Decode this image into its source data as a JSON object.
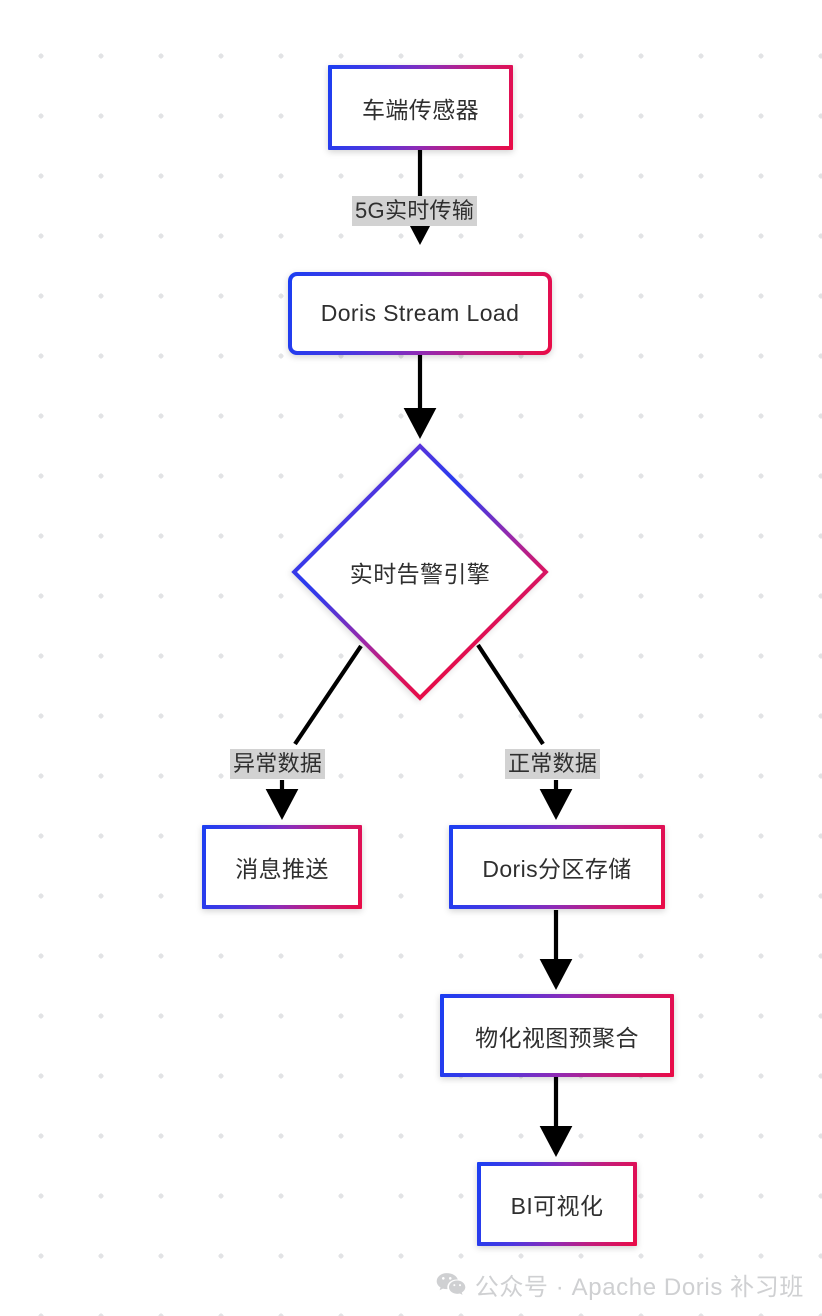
{
  "diagram": {
    "type": "flowchart",
    "direction": "top-down",
    "background": "#ffffff",
    "dot_grid_color": "#e2e3e5",
    "node_border_gradient": {
      "from": "#1a3ef2",
      "mid": "#8e2bb6",
      "to": "#ea0b46"
    },
    "edge_color": "#000000",
    "edge_label_background": "#d2d2d2",
    "nodes": [
      {
        "id": "sensor",
        "label": "车端传感器",
        "shape": "rect"
      },
      {
        "id": "stream",
        "label": "Doris Stream Load",
        "shape": "rounded-rect"
      },
      {
        "id": "alert",
        "label": "实时告警引擎",
        "shape": "diamond"
      },
      {
        "id": "push",
        "label": "消息推送",
        "shape": "rect"
      },
      {
        "id": "partition",
        "label": "Doris分区存储",
        "shape": "rect"
      },
      {
        "id": "matview",
        "label": "物化视图预聚合",
        "shape": "rect"
      },
      {
        "id": "bi",
        "label": "BI可视化",
        "shape": "rect"
      }
    ],
    "edges": [
      {
        "from": "sensor",
        "to": "stream",
        "label": "5G实时传输"
      },
      {
        "from": "stream",
        "to": "alert",
        "label": ""
      },
      {
        "from": "alert",
        "to": "push",
        "label": "异常数据"
      },
      {
        "from": "alert",
        "to": "partition",
        "label": "正常数据"
      },
      {
        "from": "partition",
        "to": "matview",
        "label": ""
      },
      {
        "from": "matview",
        "to": "bi",
        "label": ""
      }
    ]
  },
  "watermark": {
    "icon": "wechat-icon",
    "text": "公众号 · Apache Doris 补习班"
  }
}
